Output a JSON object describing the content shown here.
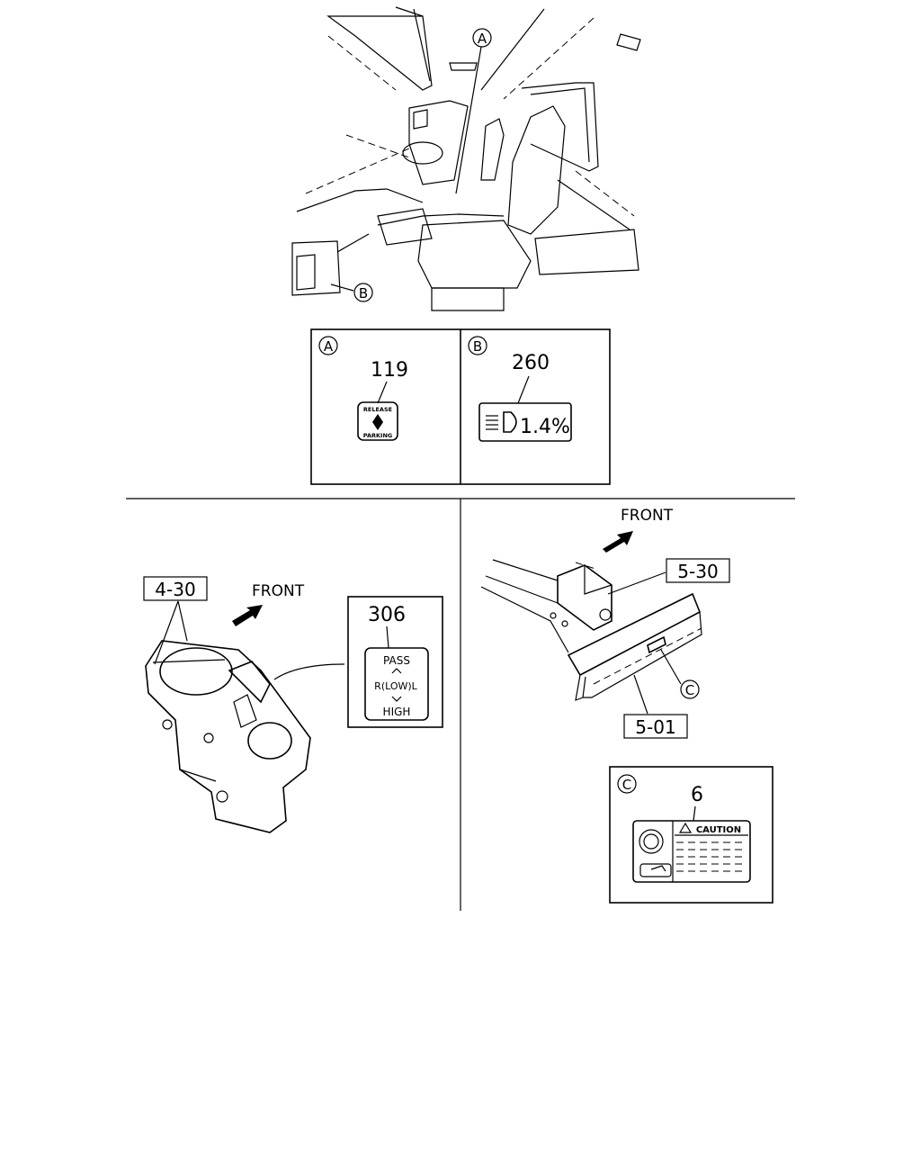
{
  "callouts": {
    "a": "A",
    "b": "B",
    "c": "C"
  },
  "panel_a": {
    "part_no": "119",
    "switch_top": "RELEASE",
    "switch_bottom": "PARKING"
  },
  "panel_b": {
    "part_no": "260",
    "display_value": "1.4%"
  },
  "bottom_left": {
    "ref_label": "4-30",
    "front_label": "FRONT",
    "part_no": "306",
    "switch_top": "PASS",
    "switch_middle": "R(LOW)L",
    "switch_bottom": "HIGH"
  },
  "bottom_right": {
    "front_label": "FRONT",
    "ref_label_top": "5-30",
    "ref_label_bottom": "5-01"
  },
  "panel_c": {
    "part_no": "6",
    "caution_title": "CAUTION"
  },
  "icons": [
    "arrow-front-icon",
    "headlamp-icon",
    "diamond-icon",
    "warning-triangle-icon"
  ]
}
